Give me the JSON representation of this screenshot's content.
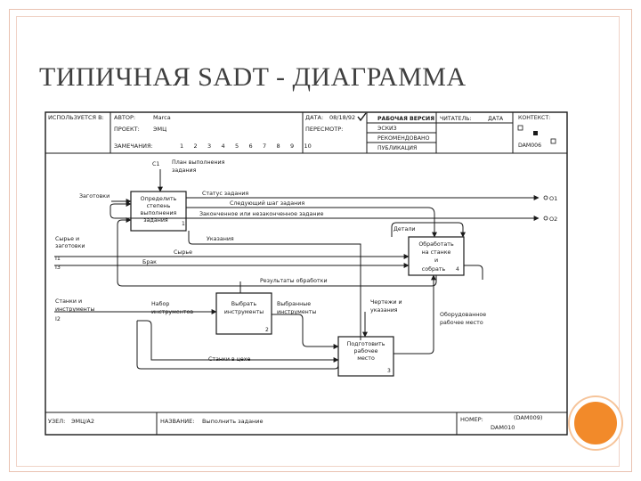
{
  "slide": {
    "title": "ТИПИЧНАЯ SADT - ДИАГРАММА"
  },
  "header": {
    "used_in": "ИСПОЛЬЗУЕТСЯ В:",
    "author_label": "АВТОР:",
    "author_value": "Marca",
    "project_label": "ПРОЕКТ:",
    "project_value": "ЭМЦ",
    "notes_label": "ЗАМЕЧАНИЯ:",
    "notes_numbers": [
      "1",
      "2",
      "3",
      "4",
      "5",
      "6",
      "7",
      "8",
      "9",
      "10"
    ],
    "date_label": "ДАТА:",
    "date_value": "08/18/92",
    "revision_label": "ПЕРЕСМОТР:",
    "status_items": [
      "РАБОЧАЯ ВЕРСИЯ",
      "ЭСКИЗ",
      "РЕКОМЕНДОВАНО",
      "ПУБЛИКАЦИЯ"
    ],
    "reader_label": "ЧИТАТЕЛЬ:",
    "reader_date_label": "ДАТА",
    "context_label": "КОНТЕКСТ:",
    "context_code": "DAM006"
  },
  "footer": {
    "node_label": "УЗЕЛ:",
    "node_value": "ЭМЦ/А2",
    "name_label": "НАЗВАНИЕ:",
    "name_value": "Выполнить задание",
    "number_label": "НОМЕР:",
    "number_value_1": "(DAM009)",
    "number_value_2": "DAM010"
  },
  "boxes": [
    {
      "lines": [
        "Определить",
        "степень",
        "выполнения",
        "задания"
      ],
      "number": "1"
    },
    {
      "lines": [
        "Выбрать",
        "инструменты"
      ],
      "number": "2"
    },
    {
      "lines": [
        "Подготовить",
        "рабочее",
        "место"
      ],
      "number": "3"
    },
    {
      "lines": [
        "Обработать",
        "на станке",
        "и",
        "собрать"
      ],
      "number": "4"
    }
  ],
  "labels": {
    "c1": "C1",
    "plan": [
      "План выполнения",
      "задания"
    ],
    "zagotovki": "Заготовки",
    "status": "Статус задания",
    "next_step": "Следующий шаг задания",
    "finished": "Законченное или незаконченное задание",
    "o1": "O1",
    "o2": "O2",
    "details": "Детали",
    "raw_and_blanks": [
      "Сырье и",
      "заготовки"
    ],
    "i1": "I1",
    "i3": "I3",
    "instructions": "Указания",
    "raw": "Сырье",
    "defect": "Брак",
    "results": "Результаты обработки",
    "machines_tools": [
      "Станки и",
      "инструменты"
    ],
    "i2": "I2",
    "tool_set": [
      "Набор",
      "инструментов"
    ],
    "selected_tools": [
      "Выбранные",
      "инструменты"
    ],
    "drawings": [
      "Чертежи и",
      "указания"
    ],
    "equipped": [
      "Оборудованное",
      "рабочее место"
    ],
    "machines_in_shop": "Станки в цехе"
  }
}
